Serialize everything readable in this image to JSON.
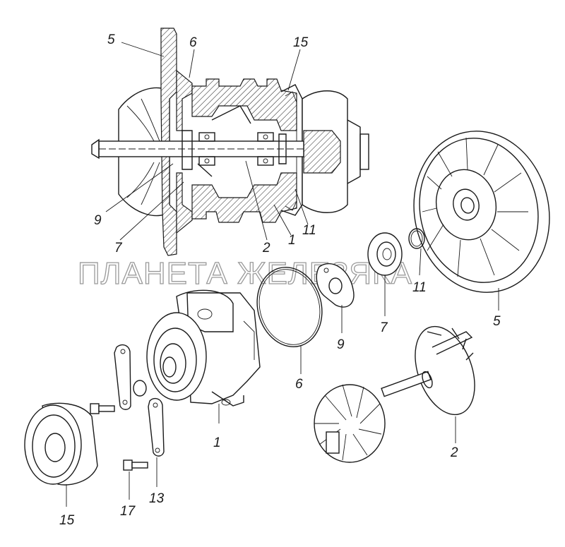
{
  "watermark": "ПЛАНЕТА ЖЕЛЕЗЯКА",
  "section_callouts": [
    {
      "id": "s5",
      "text": "5"
    },
    {
      "id": "s6",
      "text": "6"
    },
    {
      "id": "s15",
      "text": "15"
    },
    {
      "id": "s9",
      "text": "9"
    },
    {
      "id": "s7",
      "text": "7"
    },
    {
      "id": "s2",
      "text": "2"
    },
    {
      "id": "s1",
      "text": "1"
    },
    {
      "id": "s11",
      "text": "11"
    }
  ],
  "part_callouts": [
    {
      "id": "p11",
      "text": "11"
    },
    {
      "id": "p5",
      "text": "5"
    },
    {
      "id": "p7",
      "text": "7"
    },
    {
      "id": "p9",
      "text": "9"
    },
    {
      "id": "p6",
      "text": "6"
    },
    {
      "id": "p1",
      "text": "1"
    },
    {
      "id": "p2",
      "text": "2"
    },
    {
      "id": "p15",
      "text": "15"
    },
    {
      "id": "p17",
      "text": "17"
    },
    {
      "id": "p13",
      "text": "13"
    }
  ]
}
